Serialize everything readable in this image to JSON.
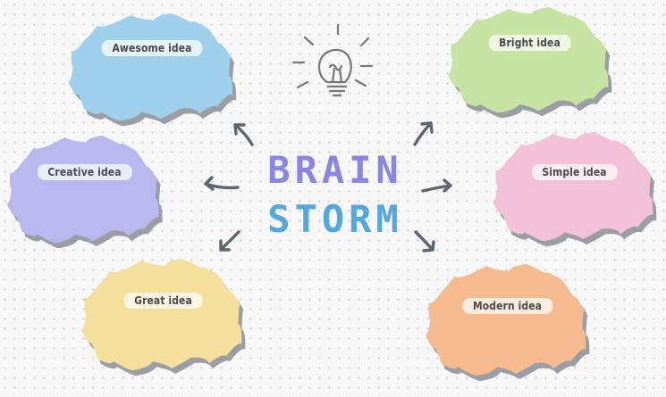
{
  "title": {
    "line1": "BRAIN",
    "line2": "STORM",
    "line1_color": "#8b86e3",
    "line2_color": "#55a8dc"
  },
  "ideas": [
    {
      "label": "Awesome idea",
      "color": "#9ed0ec"
    },
    {
      "label": "Bright idea",
      "color": "#c7e3a2"
    },
    {
      "label": "Creative idea",
      "color": "#b7b9ee"
    },
    {
      "label": "Simple idea",
      "color": "#f2c0d7"
    },
    {
      "label": "Great idea",
      "color": "#f5df9c"
    },
    {
      "label": "Modern idea",
      "color": "#f6ba8f"
    }
  ],
  "icons": {
    "center": "lightbulb-icon",
    "connector": "arrow-icon"
  },
  "colors": {
    "arrow": "#5c6670",
    "shadow": "#9a9ea4",
    "bulb": "#777777"
  }
}
